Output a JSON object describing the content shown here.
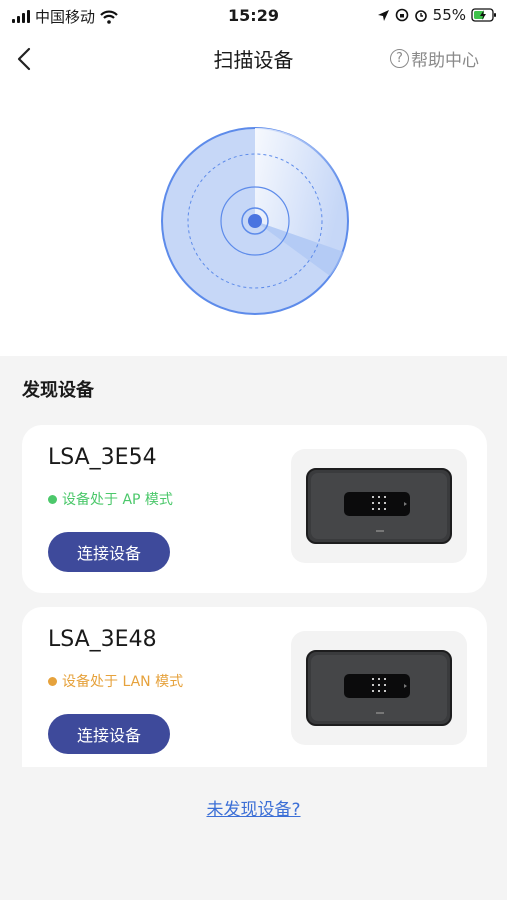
{
  "status_bar": {
    "carrier": "中国移动",
    "time": "15:29",
    "battery": "55%"
  },
  "nav": {
    "title": "扫描设备",
    "help": "帮助中心"
  },
  "section_title": "发现设备",
  "devices": [
    {
      "name": "LSA_3E54",
      "status": "设备处于 AP 模式",
      "status_color": "#4cc86b",
      "button": "连接设备"
    },
    {
      "name": "LSA_3E48",
      "status": "设备处于 LAN 模式",
      "status_color": "#e6a23c",
      "button": "连接设备"
    }
  ],
  "not_found_link": "未发现设备?",
  "colors": {
    "accent": "#3e4a9b",
    "radar": "#5d8bea",
    "link": "#3c6fd6"
  }
}
